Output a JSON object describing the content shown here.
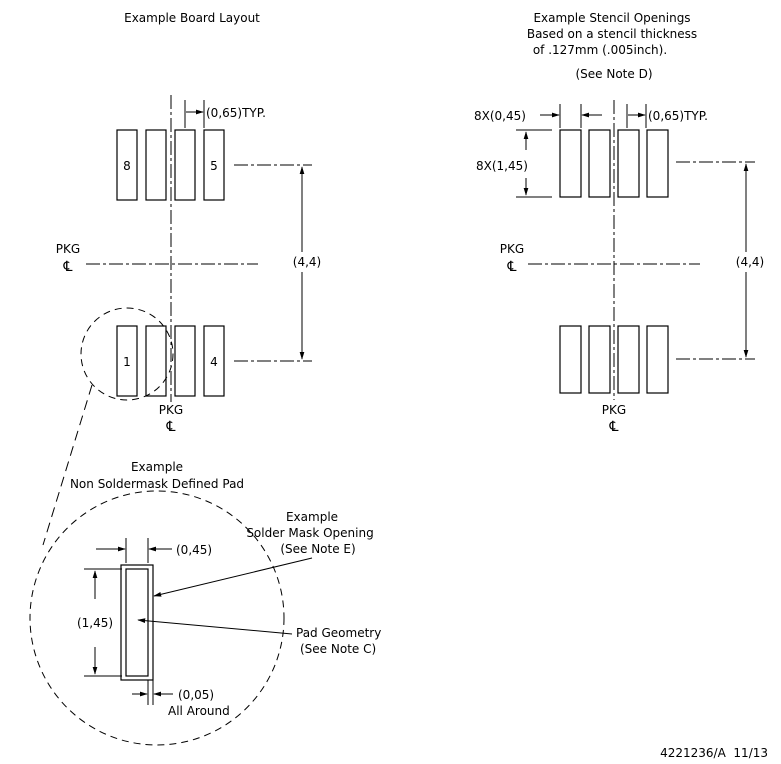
{
  "board_layout": {
    "title": "Example Board Layout",
    "pitch_label": "(0,65)TYP.",
    "span_label": "(4,4)",
    "pkg_h_label": "PKG",
    "pkg_v_label": "PKG",
    "cl_symbol": "℄",
    "pin_8": "8",
    "pin_5": "5",
    "pin_1": "1",
    "pin_4": "4"
  },
  "stencil": {
    "title_line1": "Example Stencil Openings",
    "title_line2": "Based on a stencil thickness",
    "title_line3": "of .127mm (.005inch).",
    "note_d": "(See Note D)",
    "width_label": "8X(0,45)",
    "length_label": "8X(1,45)",
    "pitch_label": "(0,65)TYP.",
    "span_label": "(4,4)",
    "pkg_h_label": "PKG",
    "pkg_v_label": "PKG",
    "cl_symbol": "℄"
  },
  "detail": {
    "title_line1": "Example",
    "title_line2": "Non Soldermask Defined Pad",
    "mask_title1": "Example",
    "mask_title2": "Solder Mask Opening",
    "mask_note": "(See Note E)",
    "width_label": "(0,45)",
    "length_label": "(1,45)",
    "pad_geo1": "Pad Geometry",
    "pad_geo2": "(See Note C)",
    "clear_label": "(0,05)",
    "clear_note": "All Around"
  },
  "footer": {
    "drawing_id": "4221236/A  11/13"
  }
}
